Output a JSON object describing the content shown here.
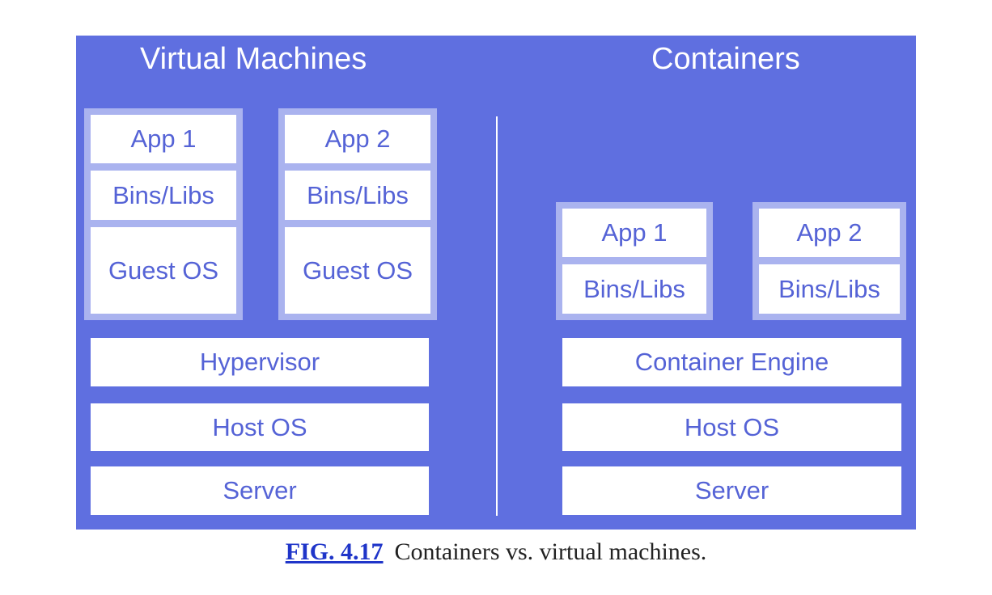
{
  "diagram": {
    "vm_title": "Virtual Machines",
    "containers_title": "Containers",
    "vm": {
      "app1": "App 1",
      "app2": "App 2",
      "bins1": "Bins/Libs",
      "bins2": "Bins/Libs",
      "guest1": "Guest OS",
      "guest2": "Guest OS",
      "hypervisor": "Hypervisor",
      "host_os": "Host OS",
      "server": "Server"
    },
    "containers": {
      "app1": "App 1",
      "app2": "App 2",
      "bins1": "Bins/Libs",
      "bins2": "Bins/Libs",
      "engine": "Container Engine",
      "host_os": "Host OS",
      "server": "Server"
    },
    "colors": {
      "panel": "#5f6fe0",
      "stack_frame": "#aab3ef",
      "box_text": "#5563d6",
      "caption_link": "#1f35c9"
    }
  },
  "caption": {
    "fig_label": "FIG. 4.17",
    "text": "Containers vs. virtual machines."
  }
}
